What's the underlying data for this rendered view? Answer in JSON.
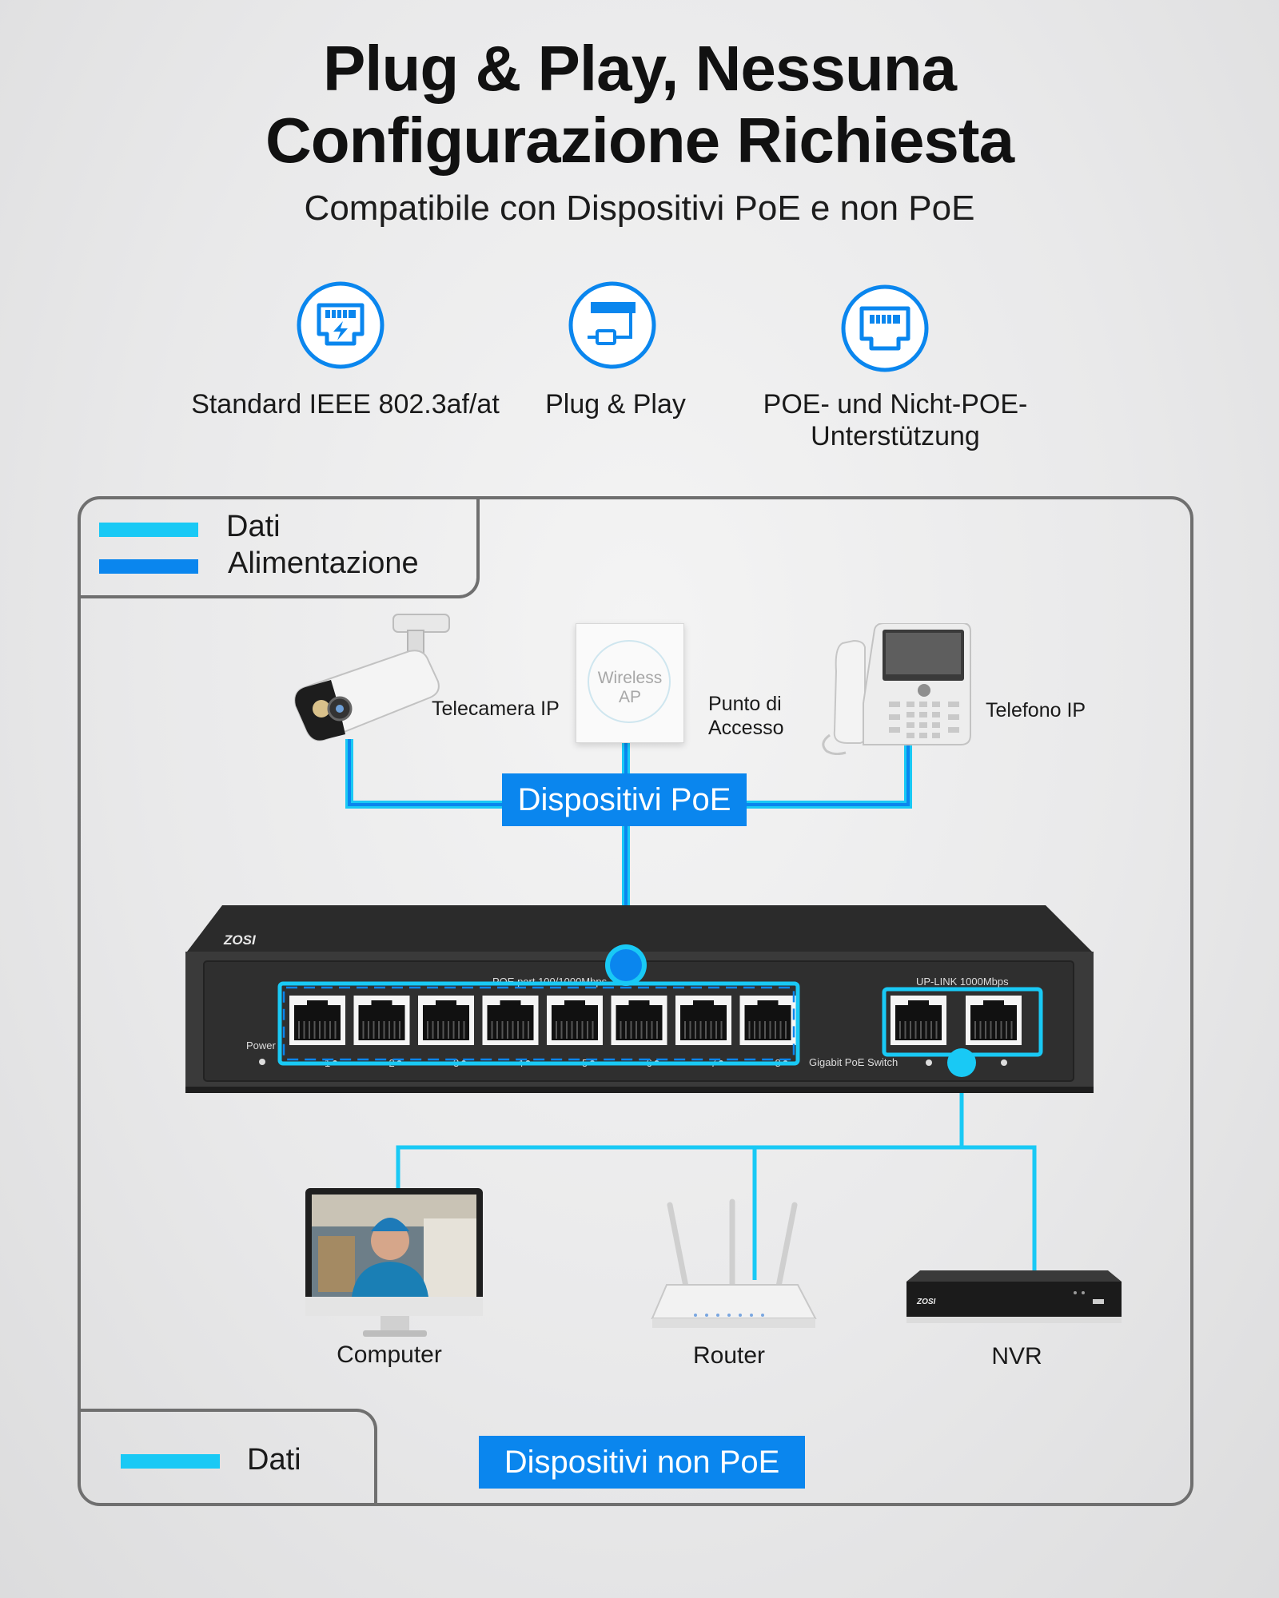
{
  "header": {
    "title_line1": "Plug & Play, Nessuna",
    "title_line2": "Configurazione Richiesta",
    "subtitle": "Compatibile con Dispositivi PoE e non PoE"
  },
  "features": [
    {
      "icon": "ethernet-power-icon",
      "label": "Standard IEEE 802.3af/at"
    },
    {
      "icon": "plug-and-play-icon",
      "label": "Plug & Play"
    },
    {
      "icon": "ethernet-port-icon",
      "label_line1": "POE- und Nicht-POE-",
      "label_line2": "Unterstützung"
    }
  ],
  "legend_top": {
    "data_label": "Dati",
    "power_label": "Alimentazione"
  },
  "legend_bottom": {
    "data_label": "Dati"
  },
  "poe_devices": {
    "camera": "Telecamera IP",
    "ap_line1": "Punto di",
    "ap_line2": "Accesso",
    "ap_device_text_line1": "Wireless",
    "ap_device_text_line2": "AP",
    "phone": "Telefono IP",
    "badge": "Dispositivi PoE"
  },
  "switch": {
    "brand": "ZOSI",
    "poe_ports_label": "POE port 100/1000Mbps",
    "uplink_label": "UP-LINK 1000Mbps",
    "power_label": "Power",
    "model_label": "Gigabit PoE Switch",
    "port_numbers": [
      "1",
      "2",
      "3",
      "4",
      "5",
      "6",
      "7",
      "8"
    ]
  },
  "non_poe_devices": {
    "computer": "Computer",
    "router": "Router",
    "nvr": "NVR",
    "nvr_brand": "ZOSI",
    "badge": "Dispositivi non PoE"
  },
  "colors": {
    "data_line": "#19c9f5",
    "power_line": "#0a86ee",
    "badge_bg": "#0a86ee",
    "frame": "#6f6f6f"
  }
}
